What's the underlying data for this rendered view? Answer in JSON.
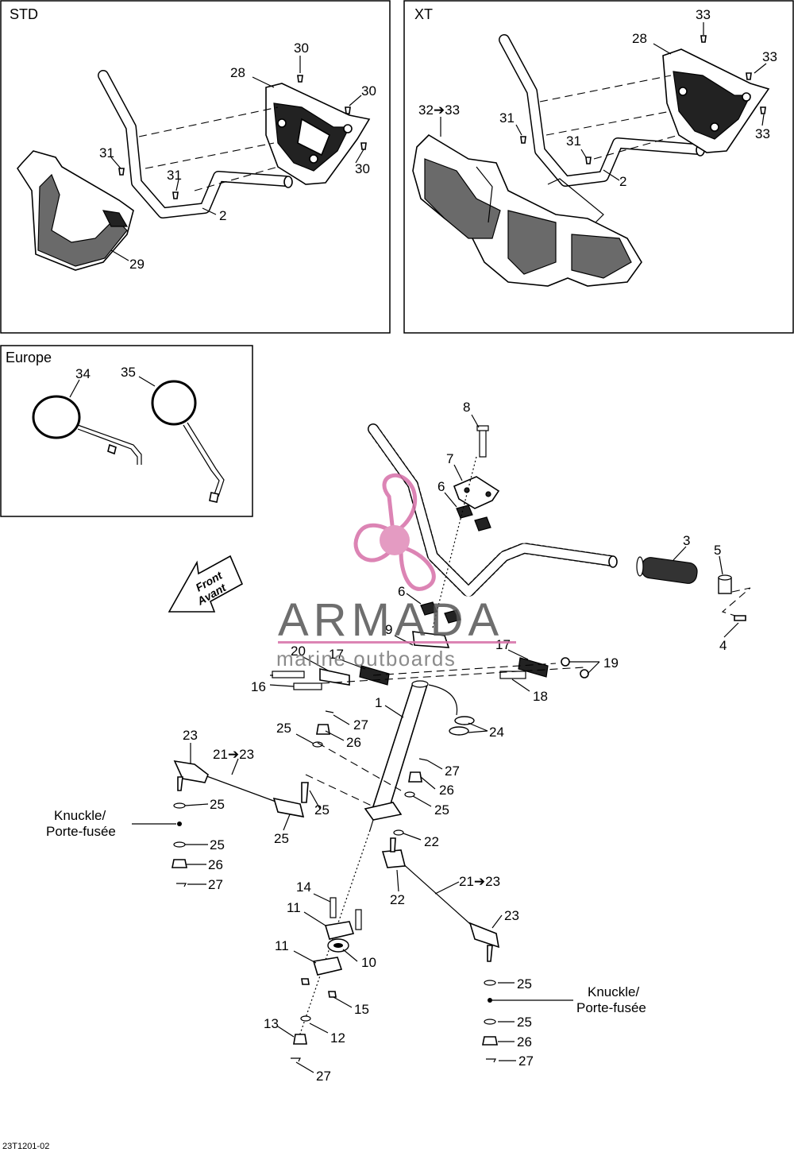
{
  "panels": {
    "std": {
      "title": "STD"
    },
    "xt": {
      "title": "XT"
    },
    "europe": {
      "title": "Europe"
    }
  },
  "direction_arrow": {
    "line1": "Front",
    "line2": "Avant"
  },
  "watermark": {
    "brand": "ARMADA",
    "tagline": "marine outboards",
    "color": "#d66fa8"
  },
  "knuckle_label": {
    "line1": "Knuckle/",
    "line2": "Porte-fusée"
  },
  "callouts": {
    "std": [
      "30",
      "28",
      "30",
      "31",
      "31",
      "2",
      "30",
      "29"
    ],
    "xt": [
      "33",
      "28",
      "33",
      "32➔33",
      "31",
      "31",
      "33",
      "2"
    ],
    "europe": [
      "34",
      "35"
    ],
    "main": [
      "8",
      "7",
      "6",
      "3",
      "5",
      "6",
      "4",
      "9",
      "17",
      "20",
      "17",
      "19",
      "16",
      "18",
      "1",
      "27",
      "25",
      "26",
      "24",
      "23",
      "21➔23",
      "27",
      "26",
      "25",
      "25",
      "25",
      "22",
      "25",
      "25",
      "26",
      "27",
      "21➔23",
      "22",
      "23",
      "14",
      "11",
      "10",
      "11",
      "15",
      "25",
      "25",
      "26",
      "13",
      "12",
      "27",
      "27"
    ]
  },
  "footer": {
    "figure_id": "23T1201-02"
  }
}
